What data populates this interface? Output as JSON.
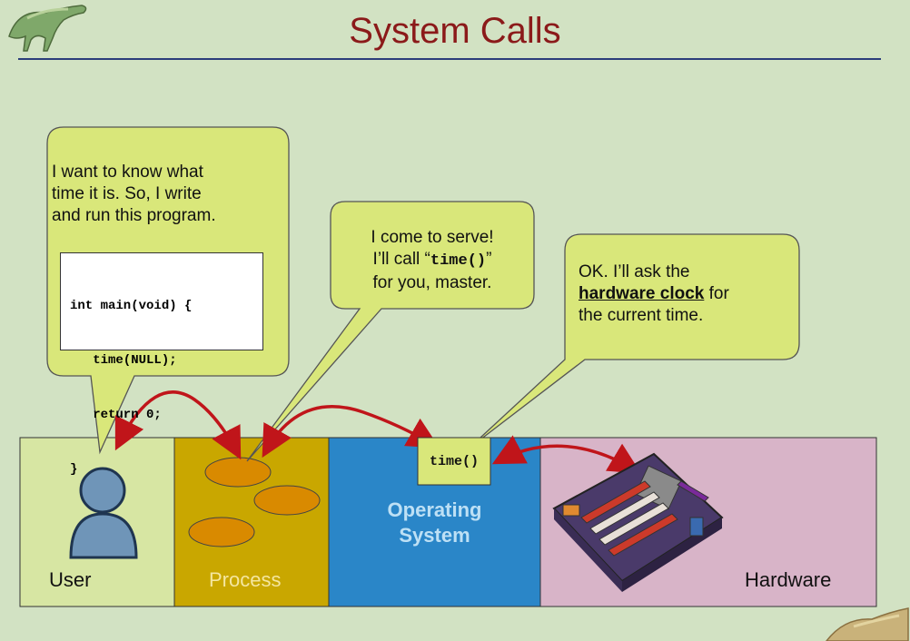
{
  "slide": {
    "title": "System Calls"
  },
  "bubbles": {
    "user": {
      "lines": [
        "I want to know what",
        "time it is. So, I write",
        "and run this program."
      ],
      "code": [
        "int main(void) {",
        "   time(NULL);",
        "   return 0;",
        "}"
      ]
    },
    "process": {
      "line1": "I come to serve!",
      "line2_prefix": "I’ll call “",
      "line2_code": "time()",
      "line2_suffix": "”",
      "line3": "for you, master."
    },
    "os": {
      "line1": "OK. I’ll ask the",
      "line2_emph": "hardware clock",
      "line2_suffix": " for",
      "line3": "the current time."
    }
  },
  "bands": {
    "user_label": "User",
    "process_label": "Process",
    "os_label_line1": "Operating",
    "os_label_line2": "System",
    "hardware_label": "Hardware",
    "time_box_label": "time()"
  },
  "colors": {
    "background": "#d2e2c3",
    "user_band": "#d7e6a3",
    "process_band": "#c9a700",
    "os_band": "#2a86c8",
    "hardware_band": "#d8b4c8",
    "bubble_fill": "#d9e77a",
    "arrow": "#c0151a",
    "title": "#8b1a1a"
  },
  "icons": [
    "dinosaur-icon",
    "user-person-icon",
    "motherboard-icon"
  ]
}
